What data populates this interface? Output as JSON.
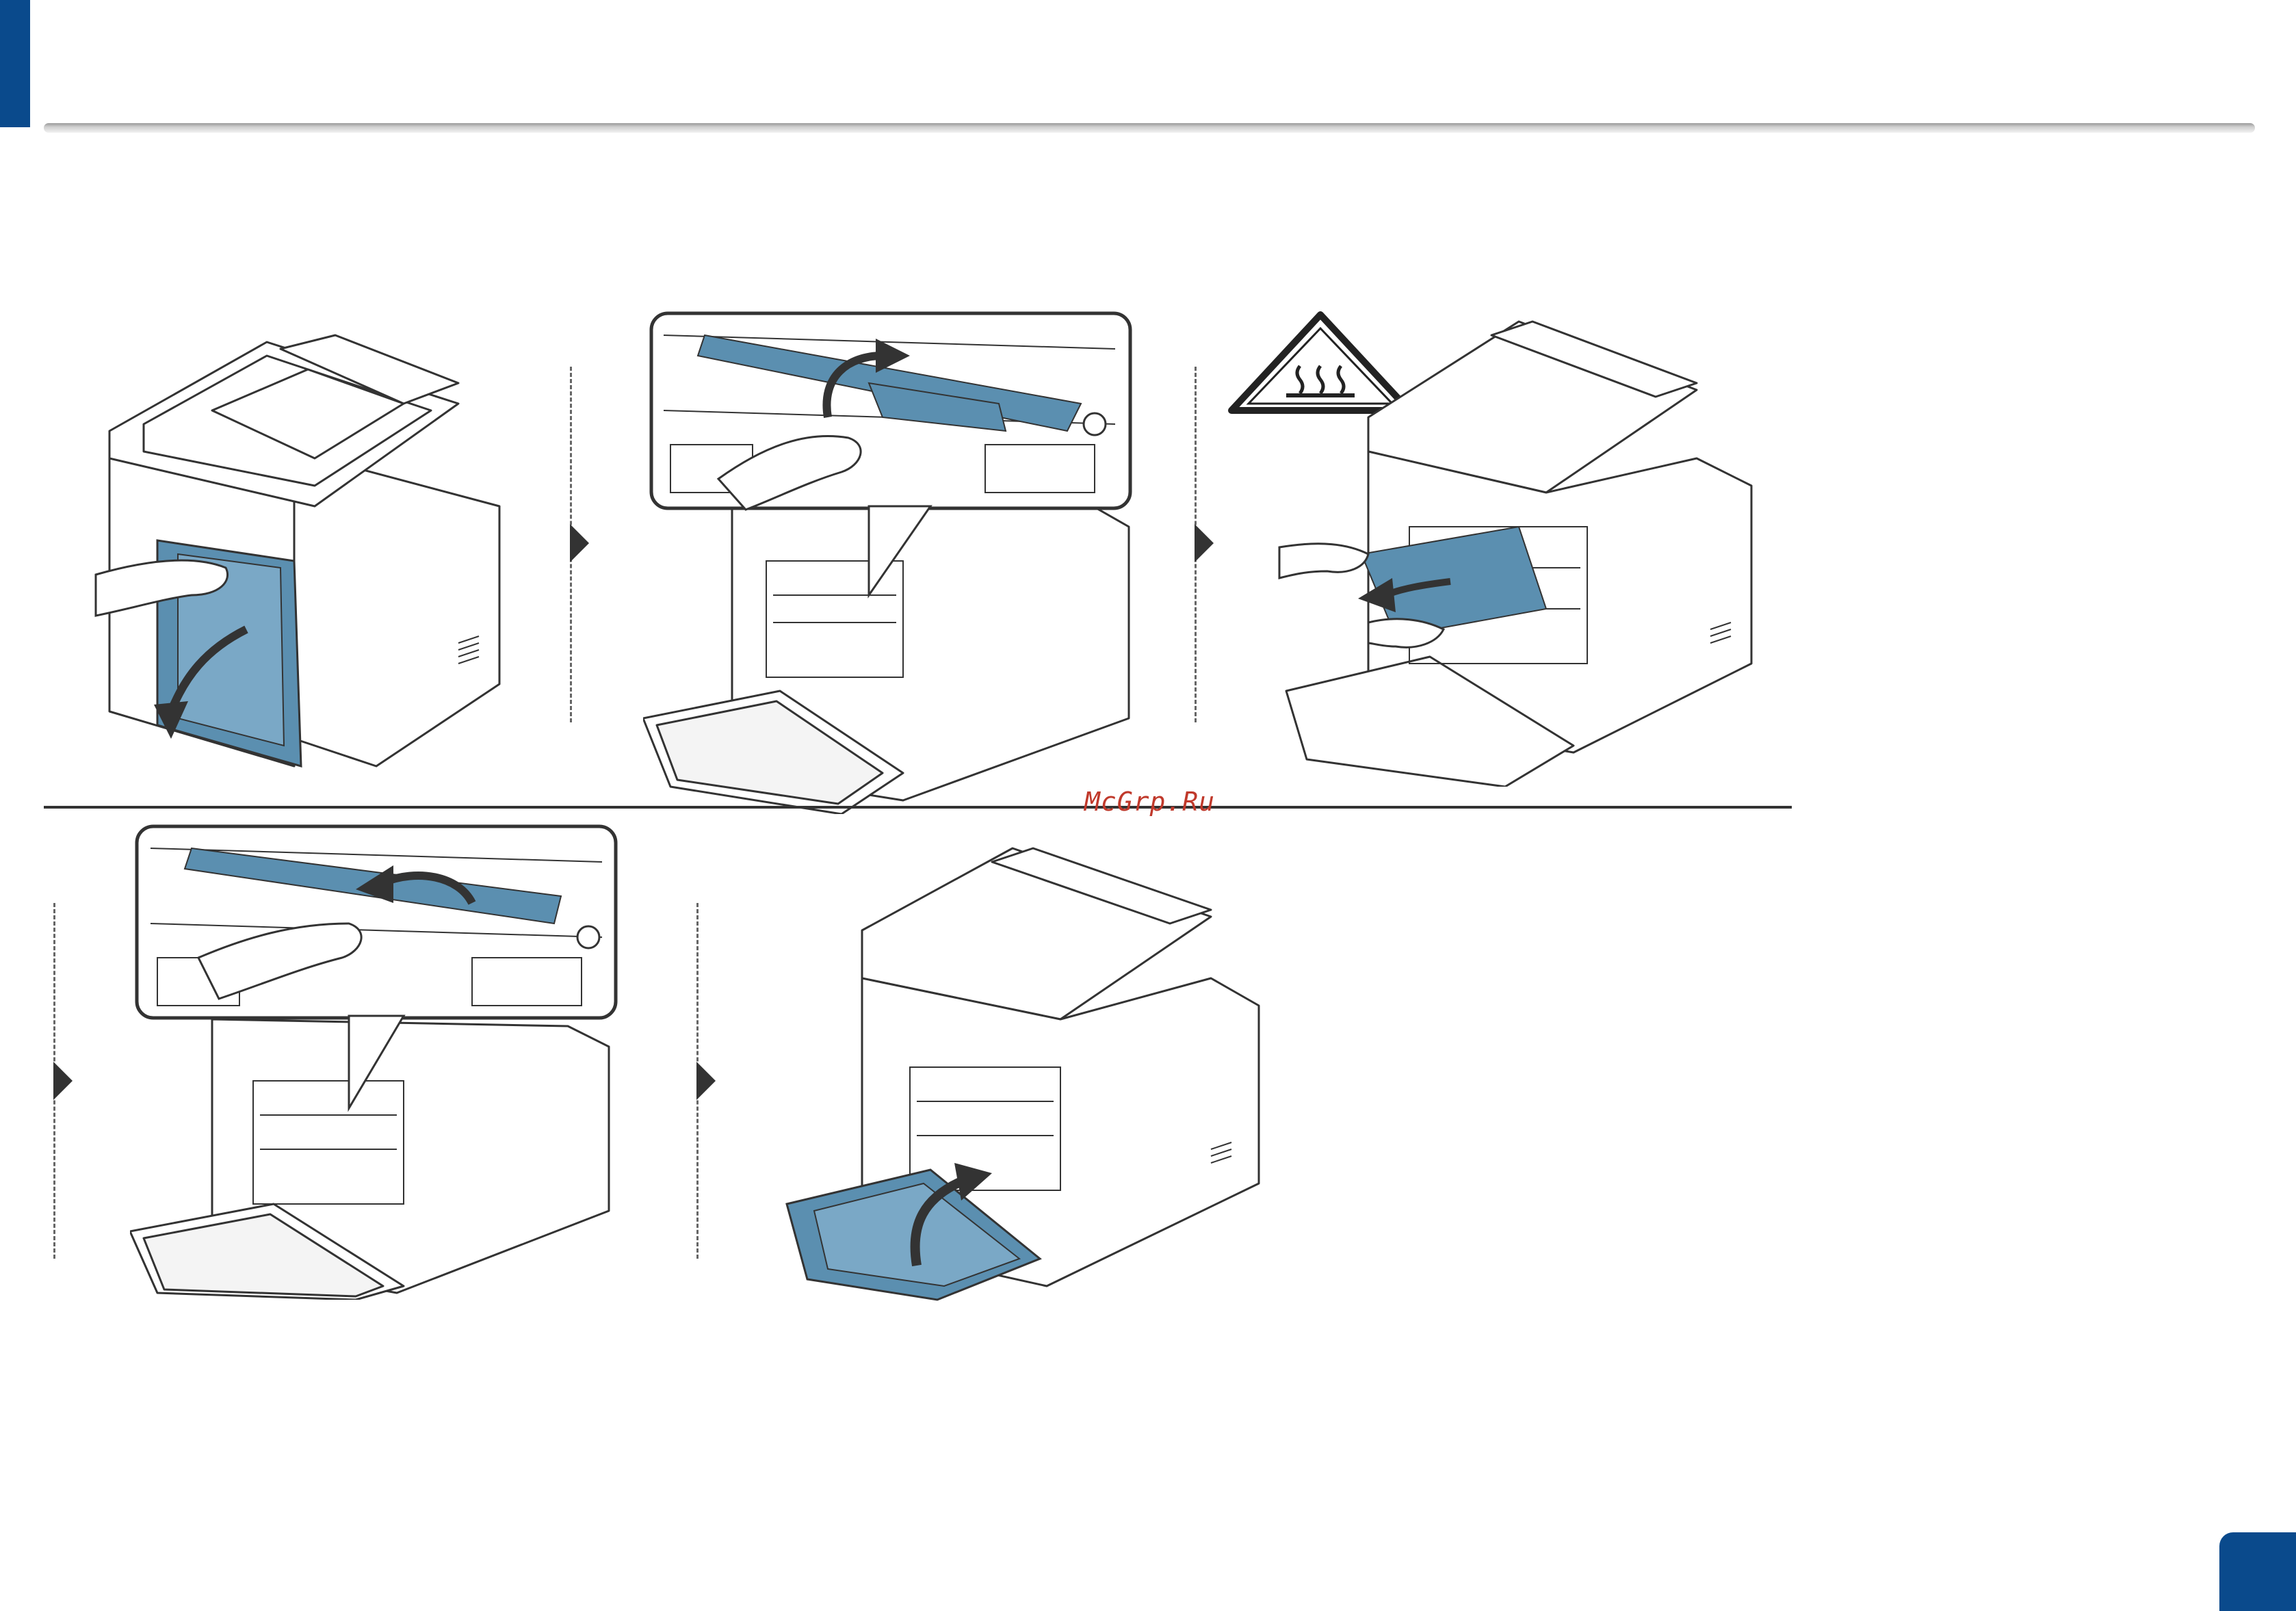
{
  "watermark": "McGrp.Ru",
  "colors": {
    "brand_blue": "#0a4a8c",
    "highlight_blue": "#5b8fb0",
    "line": "#333333"
  },
  "steps": [
    {
      "id": 1,
      "depicts": "open-side-door",
      "icon": "printer-illustration"
    },
    {
      "id": 2,
      "depicts": "lift-fuser-lever",
      "icon": "printer-illustration"
    },
    {
      "id": 3,
      "depicts": "pull-jammed-paper",
      "icon": "printer-illustration",
      "warning_icon": "hot-surface-icon"
    },
    {
      "id": 4,
      "depicts": "lower-fuser-lever",
      "icon": "printer-illustration"
    },
    {
      "id": 5,
      "depicts": "close-rear-door",
      "icon": "printer-illustration"
    }
  ]
}
